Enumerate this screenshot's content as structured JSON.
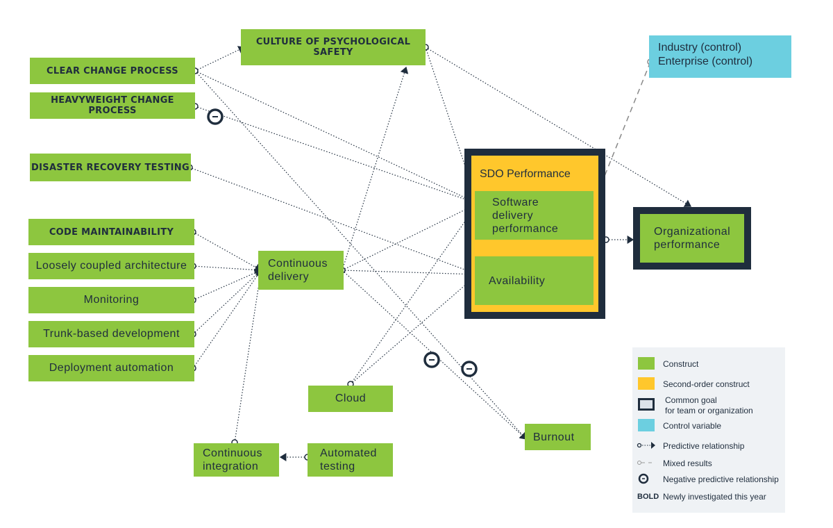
{
  "nodes": {
    "clear_change": "CLEAR CHANGE PROCESS",
    "heavyweight": "HEAVYWEIGHT CHANGE PROCESS",
    "disaster": "DISASTER RECOVERY TESTING",
    "code_maint": "CODE MAINTAINABILITY",
    "loosely": "Loosely coupled architecture",
    "monitoring": "Monitoring",
    "trunk": "Trunk-based development",
    "deploy": "Deployment automation",
    "culture": "CULTURE OF PSYCHOLOGICAL SAFETY",
    "cd": "Continuous delivery",
    "cloud": "Cloud",
    "ci": "Continuous integration",
    "auto_test": "Automated testing",
    "burnout": "Burnout",
    "sdo": "SDO Performance",
    "sdp": "Software delivery performance",
    "availability": "Availability",
    "org": "Organizational performance",
    "industry": "Industry (control)",
    "enterprise": "Enterprise (control)"
  },
  "legend": {
    "construct": "Construct",
    "second": "Second-order construct",
    "goal1": "Common goal",
    "goal2": "for team or organization",
    "control": "Control variable",
    "predictive": "Predictive relationship",
    "mixed": "Mixed results",
    "negative": "Negative predictive relationship",
    "bold_key": "BOLD",
    "bold": "Newly investigated this year"
  },
  "colors": {
    "construct": "#8dc63f",
    "second": "#ffc72c",
    "goal": "#1f2d3d",
    "control": "#6ccfe0"
  }
}
